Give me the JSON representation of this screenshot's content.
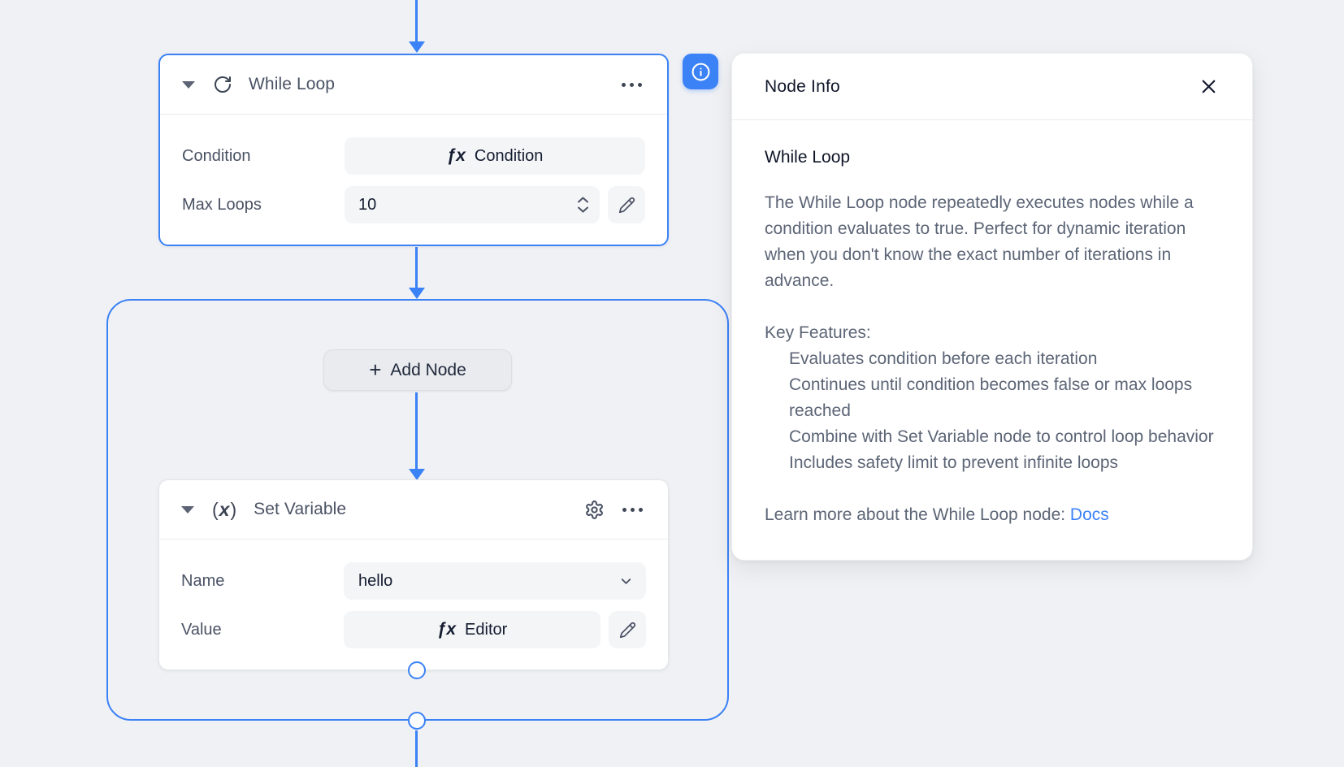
{
  "colors": {
    "accent": "#3b82f6"
  },
  "flow": {
    "fx_glyph": "ƒx",
    "while_loop": {
      "title": "While Loop",
      "fields": [
        {
          "label": "Condition",
          "value": "Condition"
        },
        {
          "label": "Max Loops",
          "value": "10"
        }
      ]
    },
    "loop_body": {
      "add_node": {
        "plus": "+",
        "label": "Add Node"
      },
      "set_variable": {
        "title": "Set Variable",
        "icon_glyph": "(x)",
        "fields": [
          {
            "label": "Name",
            "value": "hello"
          },
          {
            "label": "Value",
            "value": "Editor"
          }
        ]
      }
    }
  },
  "info_panel": {
    "title": "Node Info",
    "heading": "While Loop",
    "description": "The While Loop node repeatedly executes nodes while a condition evaluates to true. Perfect for dynamic iteration when you don't know the exact number of iterations in advance.",
    "features_heading": "Key Features:",
    "features": [
      "Evaluates condition before each iteration",
      "Continues until condition becomes false or max loops reached",
      "Combine with Set Variable node to control loop behavior",
      "Includes safety limit to prevent infinite loops"
    ],
    "learn_more_prefix": "Learn more about the While Loop node: ",
    "docs_label": "Docs"
  }
}
